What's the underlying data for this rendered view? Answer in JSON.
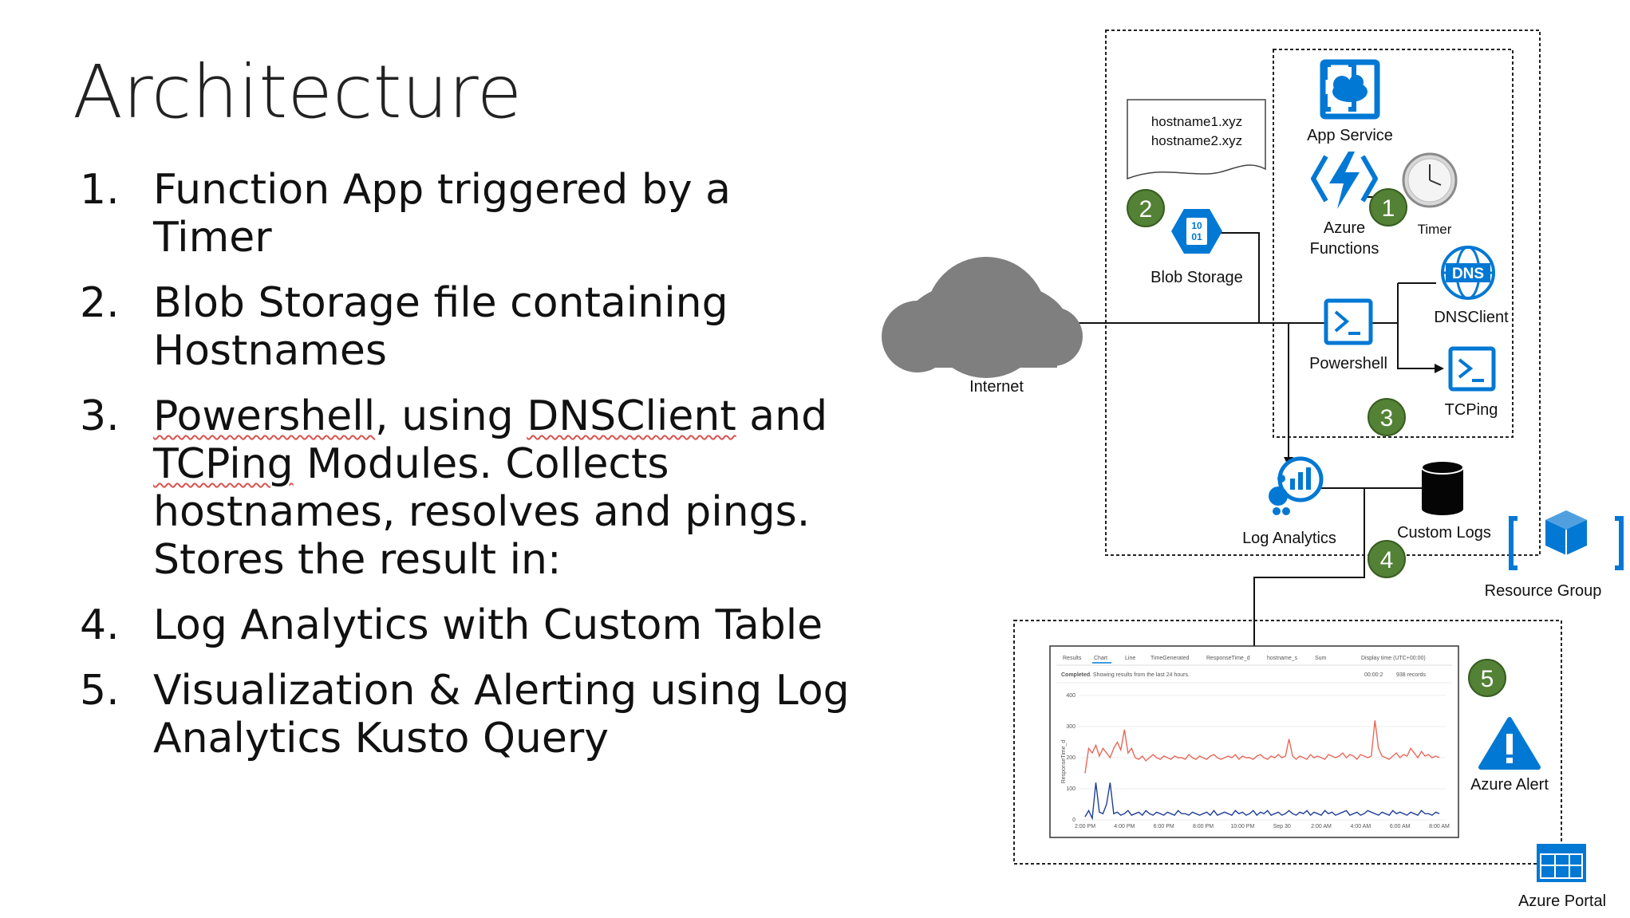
{
  "slide": {
    "title": "Architecture",
    "steps": [
      {
        "num": "1.",
        "parts": [
          "Function App triggered by a Timer"
        ]
      },
      {
        "num": "2.",
        "parts": [
          "Blob Storage file containing Hostnames"
        ]
      },
      {
        "num": "3.",
        "parts": [
          "Powershell",
          ", using ",
          "DNSClient",
          " and ",
          "TCPing",
          " Modules. Collects hostnames, resolves and pings. Stores the result in:"
        ]
      },
      {
        "num": "4.",
        "parts": [
          "Log Analytics with Custom Table"
        ]
      },
      {
        "num": "5.",
        "parts": [
          "Visualization & Alerting using Log Analytics Kusto Query"
        ]
      }
    ]
  },
  "diagram": {
    "file_lines": [
      "hostname1.xyz",
      "hostname2.xyz"
    ],
    "labels": {
      "app_service": "App Service",
      "azure_functions_1": "Azure",
      "azure_functions_2": "Functions",
      "timer": "Timer",
      "blob_storage": "Blob Storage",
      "blob_icon_text_1": "10",
      "blob_icon_text_2": "01",
      "internet": "Internet",
      "powershell": "Powershell",
      "dnsclient": "DNSClient",
      "dns_icon_text": "DNS",
      "tcping": "TCPing",
      "log_analytics": "Log Analytics",
      "custom_logs": "Custom Logs",
      "resource_group": "Resource Group",
      "azure_alert": "Azure Alert",
      "azure_portal": "Azure Portal"
    },
    "badges": [
      "1",
      "2",
      "3",
      "4",
      "5"
    ],
    "colors": {
      "azure_blue": "#0078d4",
      "badge_green": "#538135",
      "cloud_gray": "#7f7f7f",
      "series_red": "#e8685a",
      "series_blue": "#1f3f99"
    }
  },
  "chart_panel": {
    "tabs": [
      "Results",
      "Chart"
    ],
    "controls": [
      "Line",
      "TimeGenerated",
      "ResponseTime_d",
      "hostname_s",
      "Sum",
      "Display time (UTC+00:00)"
    ],
    "status_bold": "Completed",
    "status_text": ". Showing results from the last 24 hours.",
    "duration": "00:00:2",
    "records": "938 records",
    "y_label": "ResponseTime_d"
  },
  "chart_data": {
    "type": "line",
    "title": "",
    "xlabel": "",
    "ylabel": "ResponseTime_d",
    "ylim": [
      0,
      400
    ],
    "yticks": [
      "0",
      "100",
      "200",
      "300",
      "400"
    ],
    "xticks": [
      "2:00 PM",
      "4:00 PM",
      "6:00 PM",
      "8:00 PM",
      "10:00 PM",
      "Sep 30",
      "2:00 AM",
      "4:00 AM",
      "6:00 AM",
      "8:00 AM"
    ],
    "series": [
      {
        "values": [
          150,
          230,
          215,
          240,
          205,
          230,
          215,
          200,
          230,
          250,
          225,
          290,
          215,
          230,
          200,
          195,
          205,
          190,
          200,
          210,
          200,
          195,
          205,
          200,
          195,
          205,
          200,
          200,
          195,
          210,
          200,
          195,
          205,
          200,
          195,
          205,
          210,
          200,
          195,
          200,
          205,
          200,
          210,
          195,
          205,
          200,
          200,
          195,
          205,
          210,
          200,
          195,
          205,
          200,
          210,
          200,
          205,
          260,
          205,
          195,
          205,
          200,
          195,
          210,
          200,
          205,
          200,
          195,
          210,
          205,
          200,
          205,
          215,
          200,
          210,
          205,
          195,
          210,
          205,
          200,
          205,
          320,
          230,
          205,
          200,
          195,
          205,
          215,
          200,
          210,
          205,
          230,
          215,
          200,
          220,
          205,
          210,
          200,
          205,
          200
        ]
      },
      {
        "values": [
          10,
          30,
          5,
          120,
          25,
          20,
          50,
          120,
          20,
          25,
          15,
          20,
          30,
          15,
          20,
          25,
          15,
          30,
          20,
          15,
          25,
          20,
          15,
          25,
          20,
          15,
          30,
          20,
          20,
          15,
          25,
          20,
          15,
          20,
          25,
          15,
          30,
          15,
          20,
          25,
          20,
          15,
          30,
          20,
          25,
          15,
          20,
          30,
          15,
          25,
          20,
          30,
          15,
          20,
          25,
          15,
          20,
          30,
          20,
          15,
          25,
          20,
          30,
          15,
          25,
          20,
          15,
          30,
          20,
          25,
          15,
          20,
          25,
          30,
          15,
          20,
          25,
          15,
          20,
          30,
          25,
          20,
          15,
          25,
          20,
          15,
          30,
          20,
          25,
          20,
          15,
          25,
          20,
          15,
          30,
          20,
          20,
          15,
          25,
          20
        ]
      }
    ]
  }
}
